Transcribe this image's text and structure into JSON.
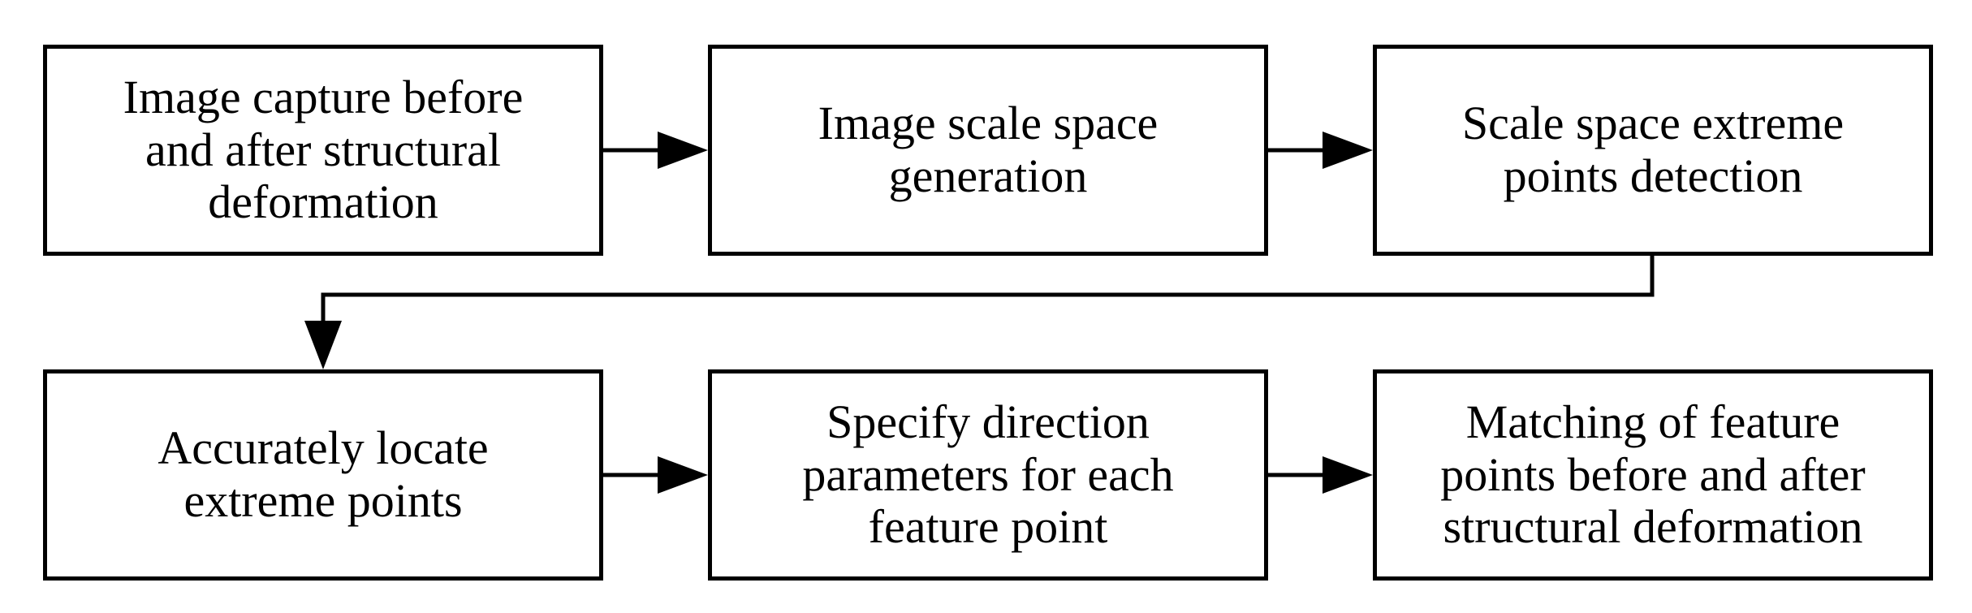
{
  "flowchart": {
    "steps": [
      {
        "label": "Image capture before\nand after structural\ndeformation"
      },
      {
        "label": "Image scale space\ngeneration"
      },
      {
        "label": "Scale space extreme\npoints detection"
      },
      {
        "label": "Accurately locate\nextreme points"
      },
      {
        "label": "Specify direction\nparameters for each\nfeature point"
      },
      {
        "label": "Matching of feature\npoints before and after\nstructural deformation"
      }
    ],
    "colors": {
      "stroke": "#000000",
      "background": "#ffffff"
    }
  }
}
